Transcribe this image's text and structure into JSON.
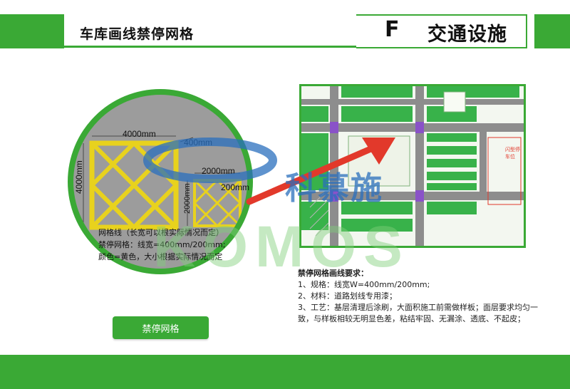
{
  "header": {
    "title": "车库画线禁停网格",
    "section_letter": "F",
    "section_title": "交通设施"
  },
  "colors": {
    "accent": "#3aa935",
    "grid_yellow": "#e8d21d",
    "concrete": "#9c9c9c",
    "arrow_red": "#e2392b"
  },
  "diagram": {
    "big_width": "4000mm",
    "big_height": "4000mm",
    "line_width_big": "400mm",
    "small_width": "2000mm",
    "small_height": "2000mm",
    "line_width_small": "200mm",
    "notes": [
      "网格线（长宽可以根实际情况而定）",
      "禁停网格：线宽=400mm/200mm;",
      "颜色=黄色，大小根据实际情况而定"
    ]
  },
  "button_label": "禁停网格",
  "requirements": {
    "title": "禁停网格画线要求：",
    "items": [
      "1、规格：线宽W=400mm/200mm;",
      "2、材料：道路划线专用漆；",
      "3、工艺：基层清理后涂刷，大面积施工前需做样板；面层要求均匀一致，与样板相较无明显色差，粘结牢固、无漏涂、透底、不起皮；"
    ]
  },
  "map_label": "闪型停车位",
  "watermark": {
    "cn": "科慕施",
    "en": "KOMOS"
  }
}
